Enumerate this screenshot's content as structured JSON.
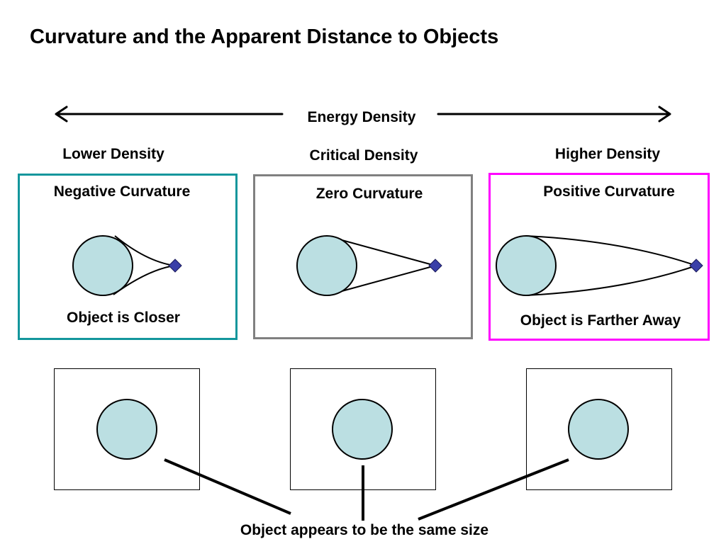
{
  "title": "Curvature and the Apparent Distance to Objects",
  "axis": {
    "label": "Energy Density"
  },
  "panels": [
    {
      "density": "Lower Density",
      "curvature": "Negative Curvature",
      "caption": "Object is Closer",
      "border_color": "#13969C"
    },
    {
      "density": "Critical Density",
      "curvature": "Zero Curvature",
      "caption": "",
      "border_color": "#808080"
    },
    {
      "density": "Higher Density",
      "curvature": "Positive Curvature",
      "caption": "Object is Farther Away",
      "border_color": "#FF00FF"
    }
  ],
  "footer": {
    "label": "Object appears to be the same size"
  },
  "colors": {
    "object_fill": "#BBDFE2",
    "observer_fill": "#3A3FA8"
  }
}
